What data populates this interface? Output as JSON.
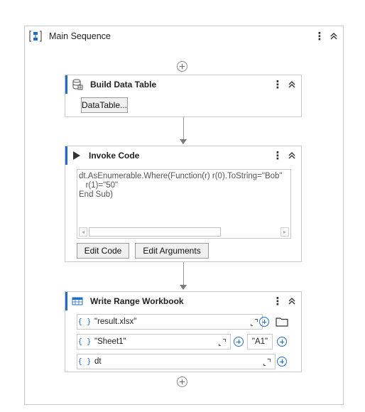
{
  "main_sequence": {
    "title": "Main Sequence",
    "icon": "sequence-icon"
  },
  "build_data_table": {
    "title": "Build Data Table",
    "icon": "data-table-icon",
    "button_label": "DataTable..."
  },
  "invoke_code": {
    "title": "Invoke Code",
    "icon": "play-icon",
    "code": "dt.AsEnumerable.Where(Function(r) r(0).ToString=\"Bob\"\n   r(1)=\"50\"\nEnd Sub)",
    "edit_code_label": "Edit Code",
    "edit_arguments_label": "Edit Arguments"
  },
  "write_range_workbook": {
    "title": "Write Range Workbook",
    "icon": "excel-write-icon",
    "workbook_path": "\"result.xlsx\"",
    "sheet_name": "\"Sheet1\"",
    "starting_cell": "\"A1\"",
    "data_table": "dt",
    "brace_label": "{ }"
  },
  "colors": {
    "accent": "#1f6fc5",
    "border": "#c8c8c8",
    "button_bg": "#f0f0f0"
  }
}
